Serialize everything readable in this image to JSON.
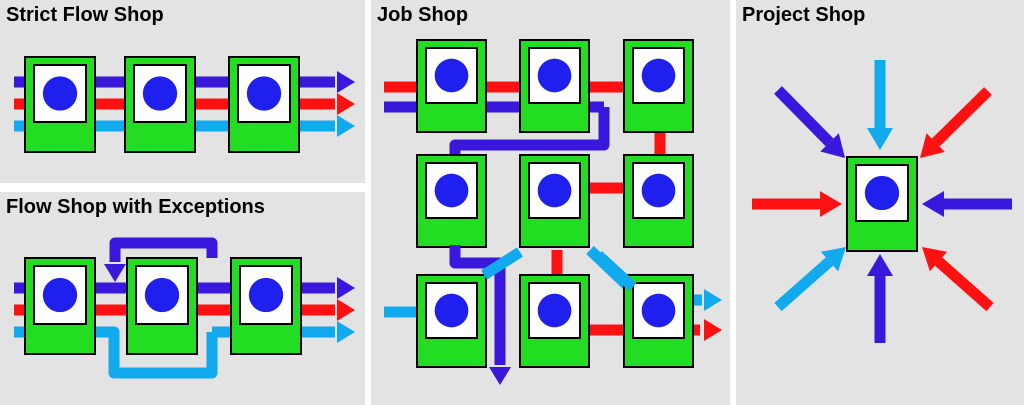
{
  "panels": {
    "strict_flow": {
      "title": "Strict Flow Shop"
    },
    "flow_exceptions": {
      "title": "Flow Shop with Exceptions"
    },
    "job_shop": {
      "title": "Job Shop"
    },
    "project_shop": {
      "title": "Project Shop"
    }
  },
  "colors": {
    "panel_background": "#e3e3e3",
    "machine_body": "#22dd22",
    "machine_screen": "#ffffff",
    "machine_indicator": "#2020ee",
    "route_dark_blue": "#3a17dd",
    "route_red": "#ff1111",
    "route_light_blue": "#11aaee"
  },
  "icons": {
    "machine": "machine-station-icon",
    "flow": "arrow-icon"
  }
}
